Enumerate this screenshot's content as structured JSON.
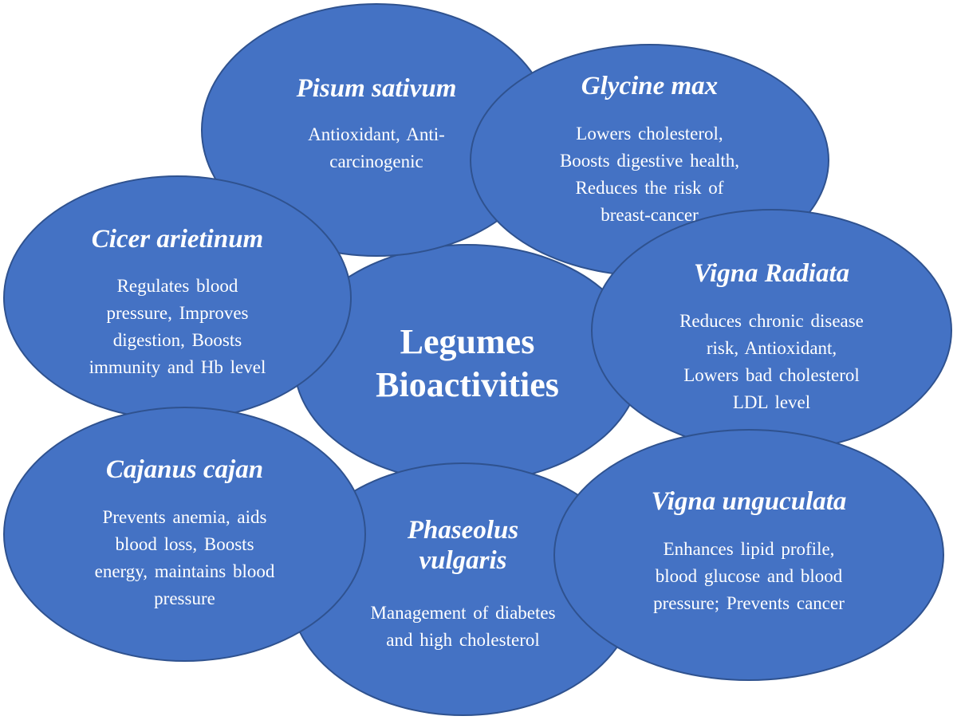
{
  "center": {
    "title": "Legumes\nBioactivities"
  },
  "legumes": {
    "pisum": {
      "species": "Pisum sativum",
      "activity": "Antioxidant, Anti-\ncarcinogenic"
    },
    "glycine": {
      "species": "Glycine max",
      "activity": "Lowers cholesterol,\nBoosts digestive health,\nReduces the risk of\nbreast-cancer"
    },
    "cicer": {
      "species": "Cicer arietinum",
      "activity": "Regulates blood\npressure, Improves\ndigestion, Boosts\nimmunity and Hb level"
    },
    "vigna_radiata": {
      "species": "Vigna Radiata",
      "activity": "Reduces chronic disease\nrisk, Antioxidant,\nLowers bad cholesterol\nLDL level"
    },
    "cajanus": {
      "species": "Cajanus cajan",
      "activity": "Prevents anemia, aids\nblood loss, Boosts\nenergy, maintains blood\npressure"
    },
    "phaseolus": {
      "species": "Phaseolus\nvulgaris",
      "activity": "Management of diabetes\nand high cholesterol"
    },
    "vigna_unguiculata": {
      "species": "Vigna unguculata",
      "activity": "Enhances lipid profile,\nblood glucose and blood\npressure; Prevents cancer"
    }
  },
  "colors": {
    "bubble_fill": "#4472c4",
    "bubble_border": "#2f528f",
    "text": "#ffffff"
  }
}
